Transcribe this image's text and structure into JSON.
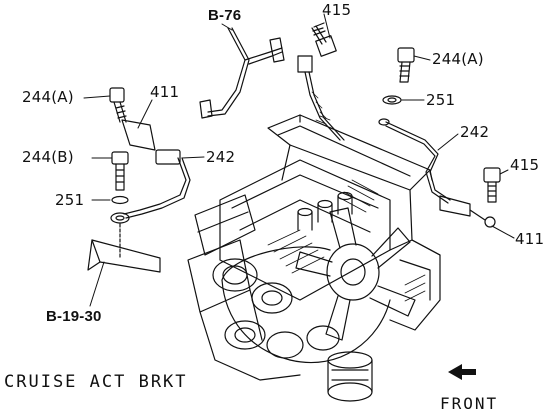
{
  "diagram": {
    "title": "CRUISE ACT BRKT",
    "front_label": "FRONT",
    "labels": {
      "ref_b76": "B-76",
      "ref_b1930": "B-19-30",
      "p415_top": "415",
      "p244a_right": "244(A)",
      "p251_right": "251",
      "p242_right": "242",
      "p415_right": "415",
      "p411_right": "411",
      "p244a_left": "244(A)",
      "p411_left": "411",
      "p244b_left": "244(B)",
      "p242_left": "242",
      "p251_left": "251"
    },
    "icons": [
      "front-arrow-icon"
    ]
  }
}
